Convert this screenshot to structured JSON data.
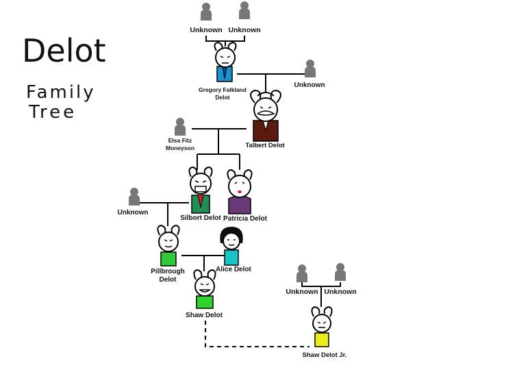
{
  "title": {
    "line1": "Delot",
    "line2": "Family",
    "line3": "Tree"
  },
  "people": {
    "unknown_gf_1": "Unknown",
    "unknown_gf_2": "Unknown",
    "gregory": [
      "Gregory Falkland",
      "Delot"
    ],
    "unknown_gregory_spouse": "Unknown",
    "talbert": "Talbert Delot",
    "elsa": [
      "Elsa Fitz",
      "Moneyson"
    ],
    "silbort": "Silbort Delot",
    "patricia": "Patricia Delot",
    "unknown_silbort_spouse": "Unknown",
    "pillbrough": [
      "Pillbrough",
      "Delot"
    ],
    "alice": "Alice Delot",
    "shaw": "Shaw Delot",
    "unknown_jr_parent_1": "Unknown",
    "unknown_jr_parent_2": "Unknown",
    "shaw_jr": "Shaw Delot Jr."
  },
  "colors": {
    "unknown_silhouette": "#777777",
    "line": "#000000",
    "gregory_shirt": "#1e8fd0",
    "talbert_suit": "#5a1a0e",
    "silbort_shirt": "#1f8f55",
    "patricia_dress": "#6a3a78",
    "pillbrough_shirt": "#2fc93a",
    "alice_shirt": "#19c3c8",
    "alice_hair": "#0d0d0d",
    "shaw_shirt": "#2fd42a",
    "shaw_jr_shirt": "#ecec1a"
  }
}
